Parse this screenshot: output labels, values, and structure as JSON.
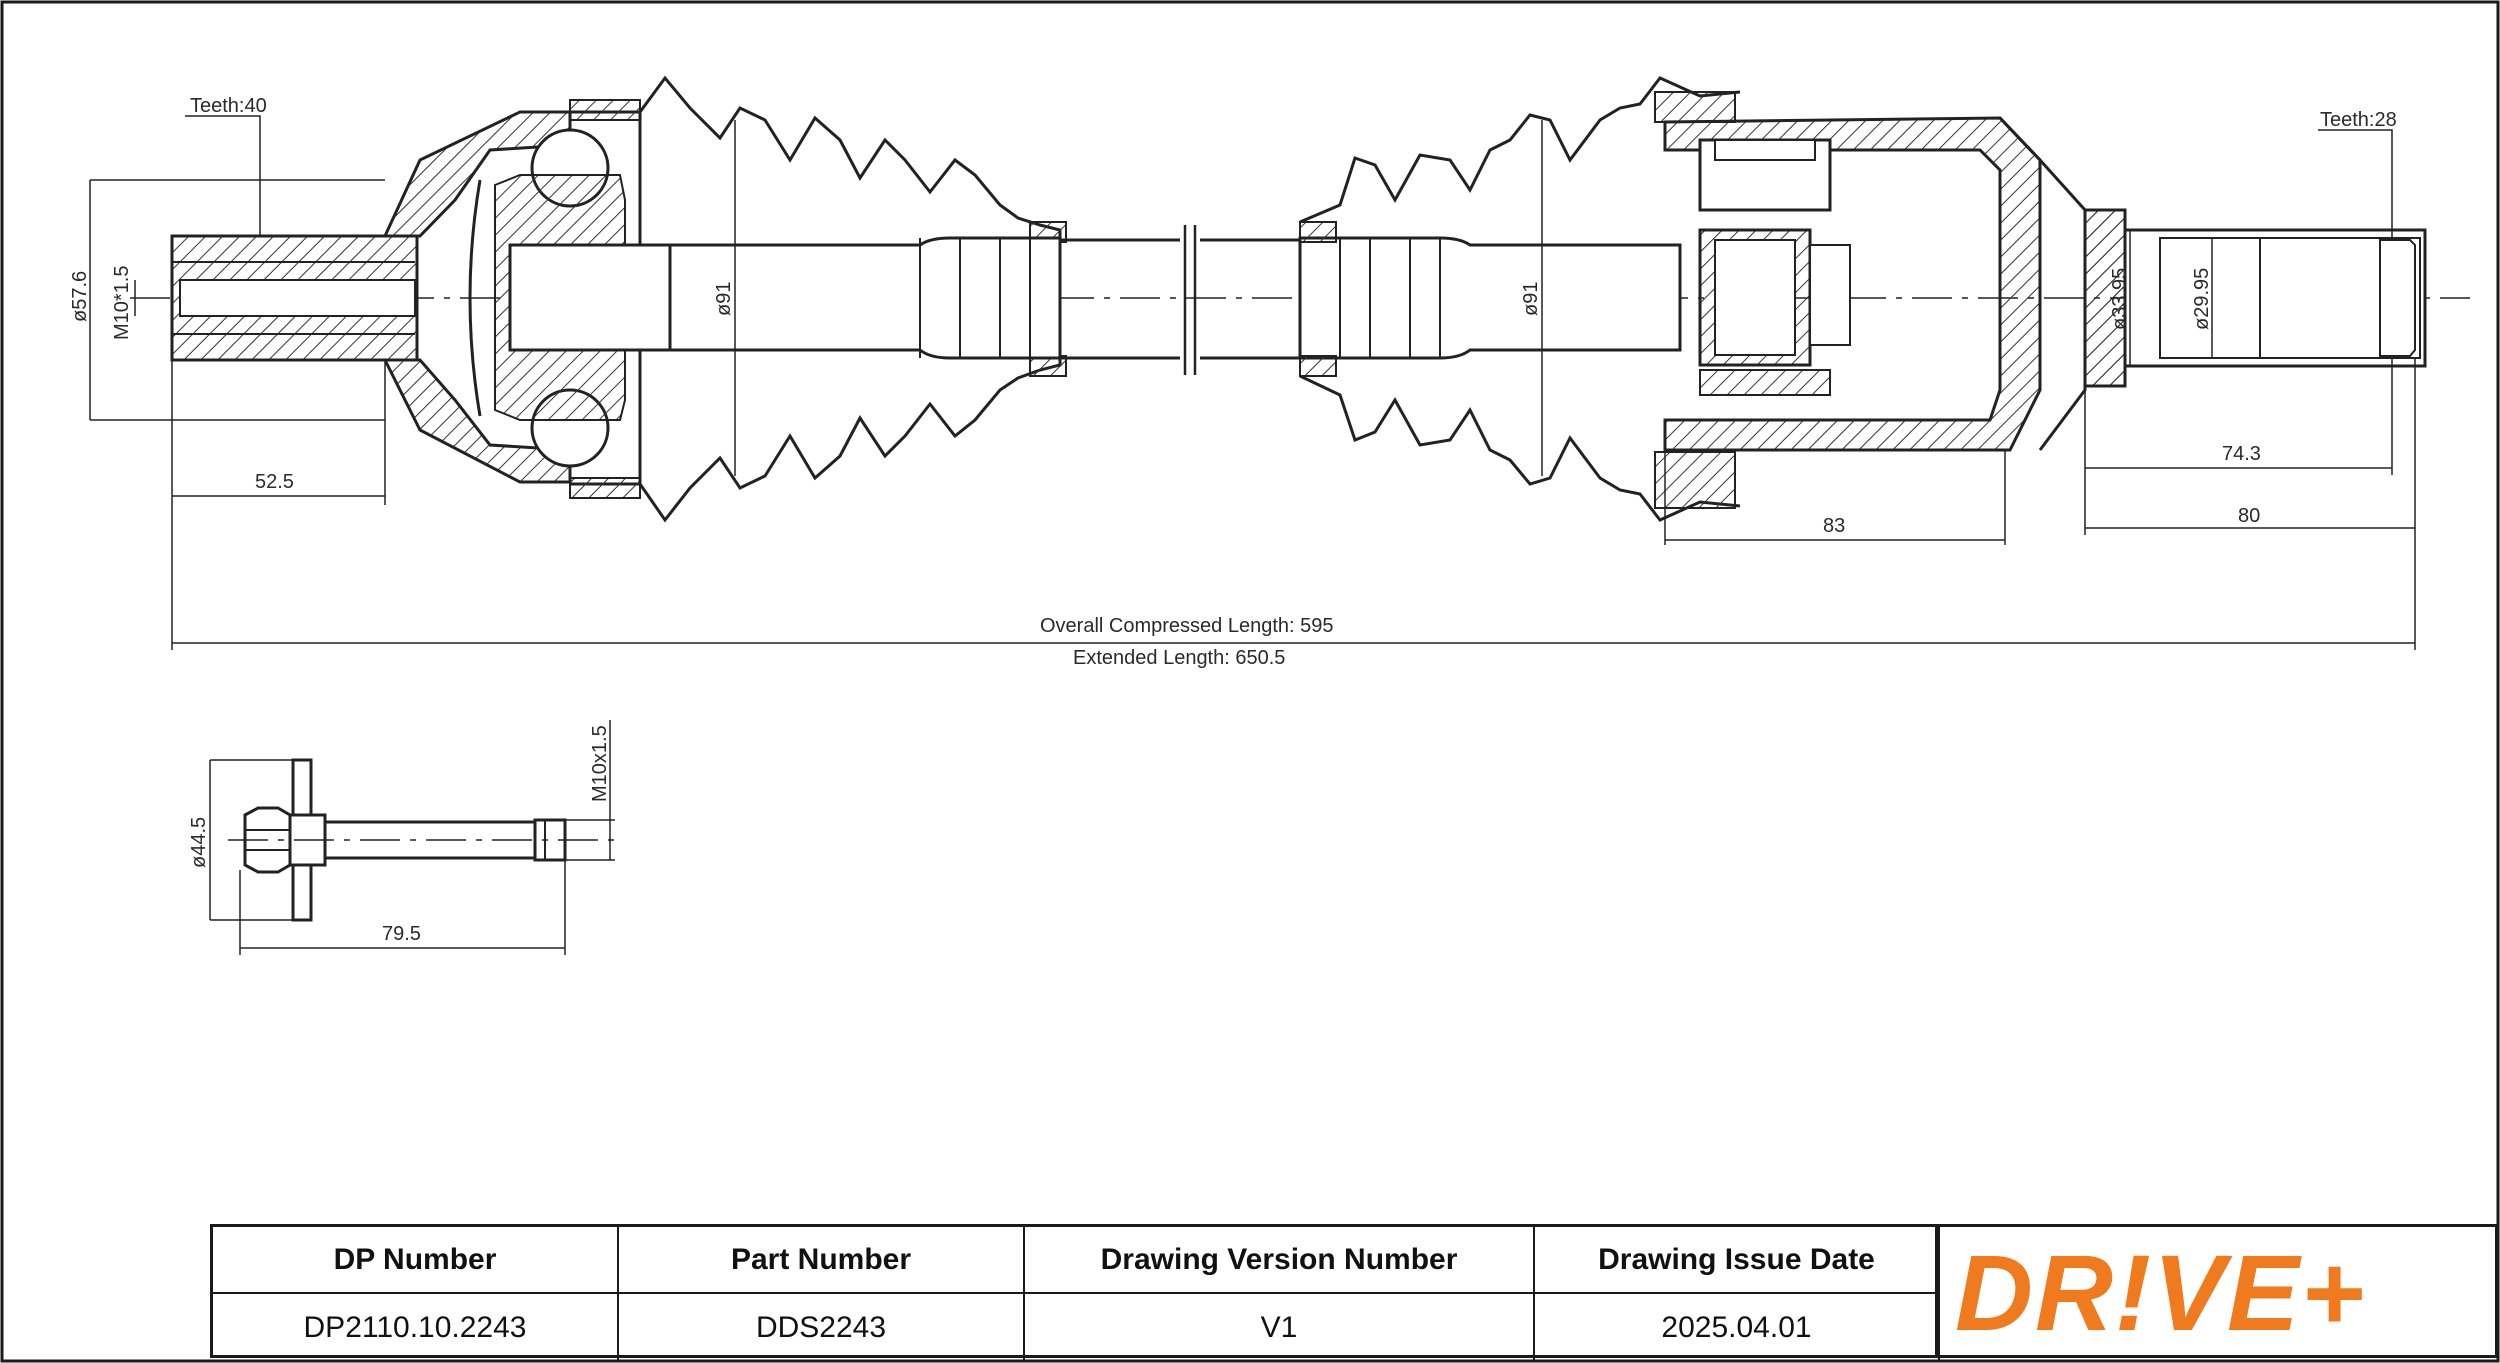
{
  "drawing": {
    "teeth_left": "Teeth:40",
    "teeth_right": "Teeth:28",
    "dim_left_diameter": "ø57.6",
    "dim_left_thread": "M10*1.5",
    "dim_left_length": "52.5",
    "dim_boot_left": "ø91",
    "dim_boot_right": "ø91",
    "dim_outer_diameter": "ø33.95",
    "dim_inner_diameter": "ø29.95",
    "dim_right_743": "74.3",
    "dim_right_80": "80",
    "dim_housing_83": "83",
    "overall_compressed": "Overall  Compressed  Length: 595",
    "extended_length": "Extended  Length: 650.5",
    "bolt_thread": "M10x1.5",
    "bolt_head_diameter": "ø44.5",
    "bolt_length": "79.5"
  },
  "title_block": {
    "headers": [
      "DP Number",
      "Part Number",
      "Drawing Version Number",
      "Drawing Issue Date"
    ],
    "values": [
      "DP2110.10.2243",
      "DDS2243",
      "V1",
      "2025.04.01"
    ]
  },
  "brand": {
    "logo_text": "DR!VE+",
    "accent_color": "#f07a1e"
  }
}
